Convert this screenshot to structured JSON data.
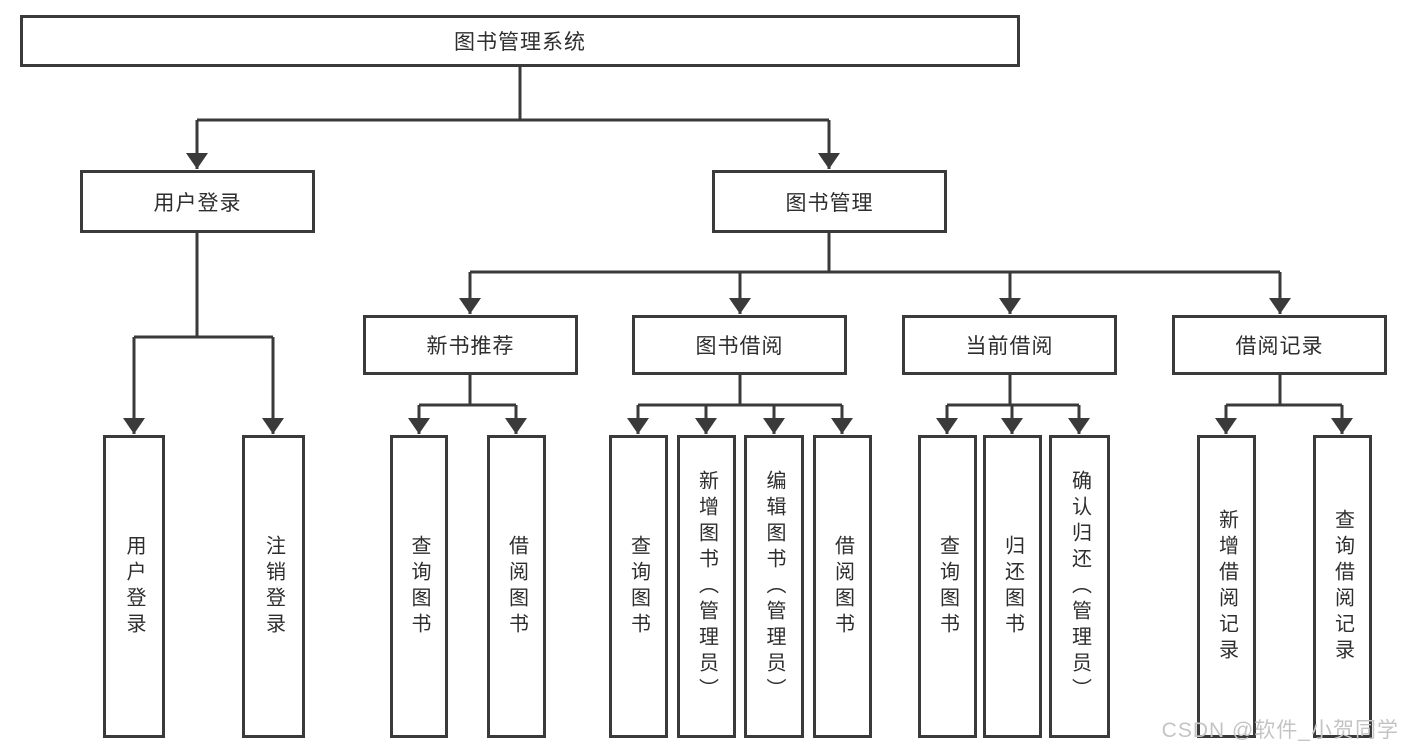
{
  "diagram": {
    "type": "hierarchy-tree",
    "root": {
      "label": "图书管理系统",
      "children": [
        {
          "label": "用户登录",
          "children": [
            {
              "label": "用户登录"
            },
            {
              "label": "注销登录"
            }
          ]
        },
        {
          "label": "图书管理",
          "children": [
            {
              "label": "新书推荐",
              "children": [
                {
                  "label": "查询图书"
                },
                {
                  "label": "借阅图书"
                }
              ]
            },
            {
              "label": "图书借阅",
              "children": [
                {
                  "label": "查询图书"
                },
                {
                  "label": "新增图书（管理员）"
                },
                {
                  "label": "编辑图书（管理员）"
                },
                {
                  "label": "借阅图书"
                }
              ]
            },
            {
              "label": "当前借阅",
              "children": [
                {
                  "label": "查询图书"
                },
                {
                  "label": "归还图书"
                },
                {
                  "label": "确认归还（管理员）"
                }
              ]
            },
            {
              "label": "借阅记录",
              "children": [
                {
                  "label": "新增借阅记录"
                },
                {
                  "label": "查询借阅记录"
                }
              ]
            }
          ]
        }
      ]
    }
  },
  "watermark": {
    "text": "CSDN @软件_小贺同学"
  },
  "colors": {
    "line": "#3a3a3a",
    "text": "#2e2e2e",
    "watermark": "#c4c4c4",
    "background": "#ffffff"
  }
}
